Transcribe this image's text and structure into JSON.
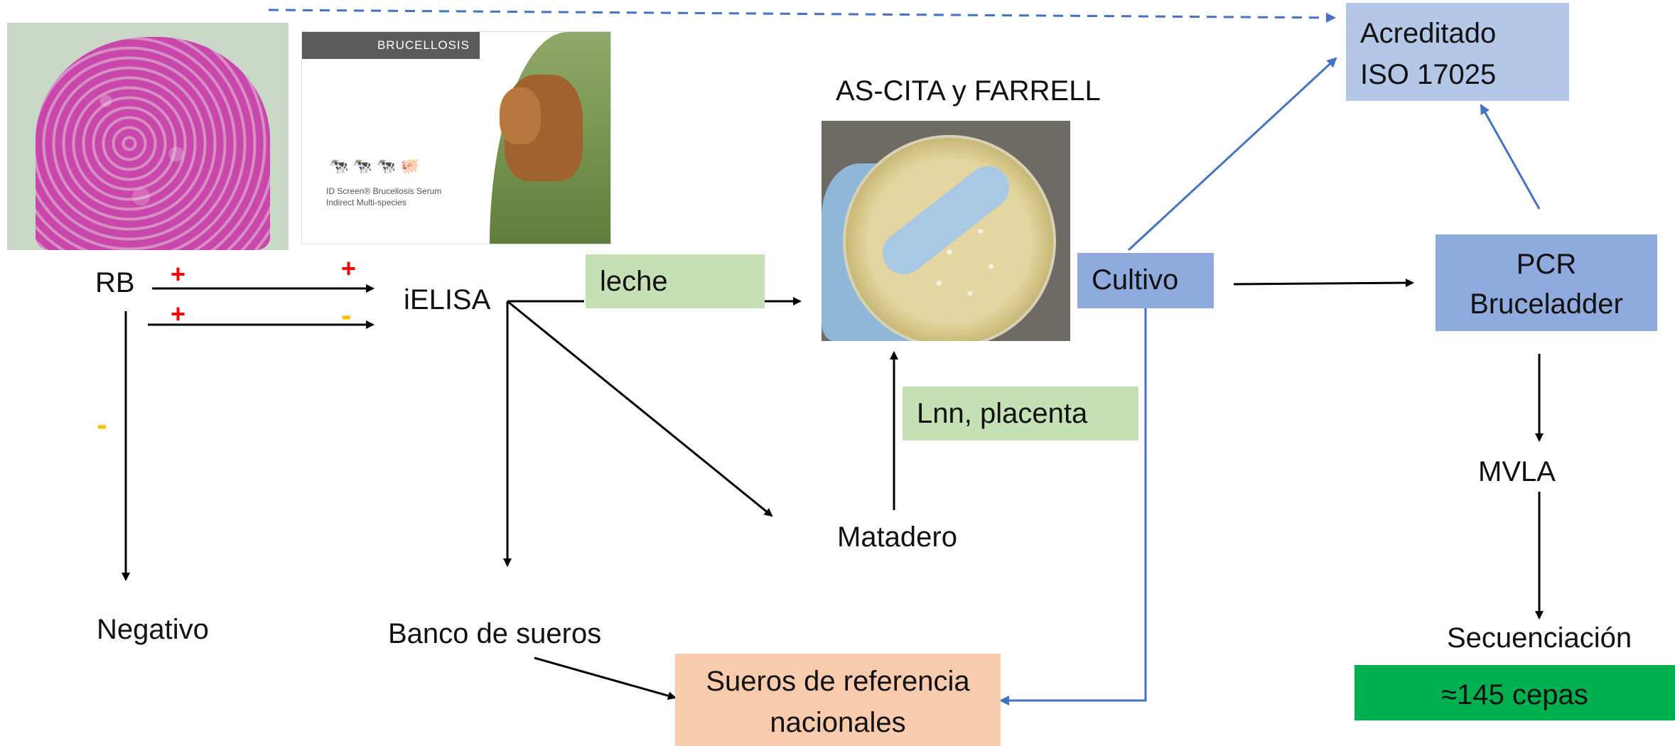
{
  "photos": {
    "kit_header": "BRUCELLOSIS",
    "kit_caption_line1": "ID Screen® Brucellosis Serum",
    "kit_caption_line2": "Indirect Multi-species",
    "plate_title": "AS-CITA y FARRELL"
  },
  "nodes": {
    "rb": "RB",
    "ielisa": "iELISA",
    "negativo": "Negativo",
    "banco": "Banco de sueros",
    "leche": "leche",
    "matadero": "Matadero",
    "lnn": "Lnn, placenta",
    "cultivo": "Cultivo",
    "sueros_line1": "Sueros de referencia",
    "sueros_line2": "nacionales",
    "acreditado_line1": "Acreditado",
    "acreditado_line2": "ISO 17025",
    "pcr_line1": "PCR",
    "pcr_line2": "Bruceladder",
    "mvla": "MVLA",
    "secuenciacion": "Secuenciación",
    "cepas": "≈145 cepas"
  },
  "signs": {
    "plus_1": "+",
    "plus_2": "+",
    "plus_3": "+",
    "minus_1": "-",
    "minus_2": "-"
  },
  "colors": {
    "green_box": "#c5e0b4",
    "blue_box": "#8faadc",
    "light_blue_box": "#b4c7e7",
    "orange_box": "#f8cbad",
    "cepas_box": "#00b050",
    "plus_color": "#ff0000",
    "minus_color": "#ffc000",
    "blue_arrow": "#4472c4",
    "black_arrow": "#000000"
  }
}
